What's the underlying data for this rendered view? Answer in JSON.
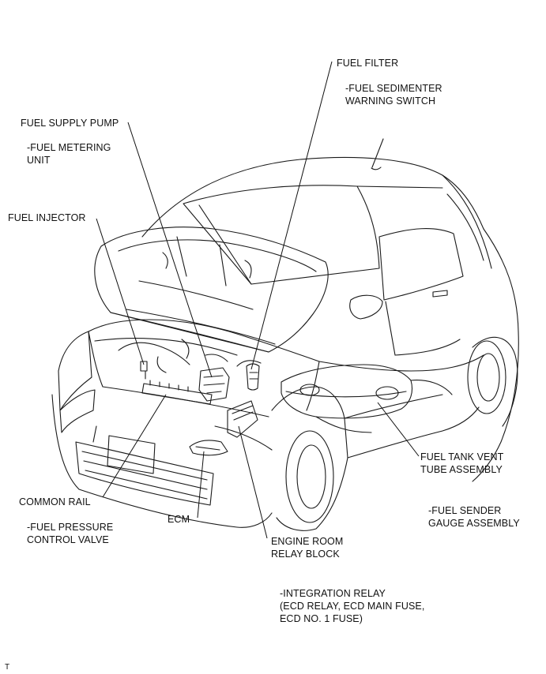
{
  "labels": {
    "fuel_filter": "FUEL FILTER",
    "fuel_sedimenter": "-FUEL SEDIMENTER\nWARNING SWITCH",
    "fuel_supply_pump": "FUEL SUPPLY PUMP",
    "fuel_metering_unit": "-FUEL METERING\nUNIT",
    "fuel_injector": "FUEL INJECTOR",
    "fuel_tank_vent": "FUEL TANK VENT\nTUBE ASSEMBLY",
    "fuel_sender": "-FUEL SENDER\nGAUGE ASSEMBLY",
    "common_rail": "COMMON RAIL",
    "fuel_pressure_valve": "-FUEL PRESSURE\nCONTROL VALVE",
    "ecm": "ECM",
    "engine_room_relay": "ENGINE ROOM\nRELAY BLOCK",
    "integration_relay": "-INTEGRATION RELAY\n(ECD RELAY, ECD MAIN FUSE,\nECD NO. 1 FUSE)",
    "corner_mark": "T"
  }
}
